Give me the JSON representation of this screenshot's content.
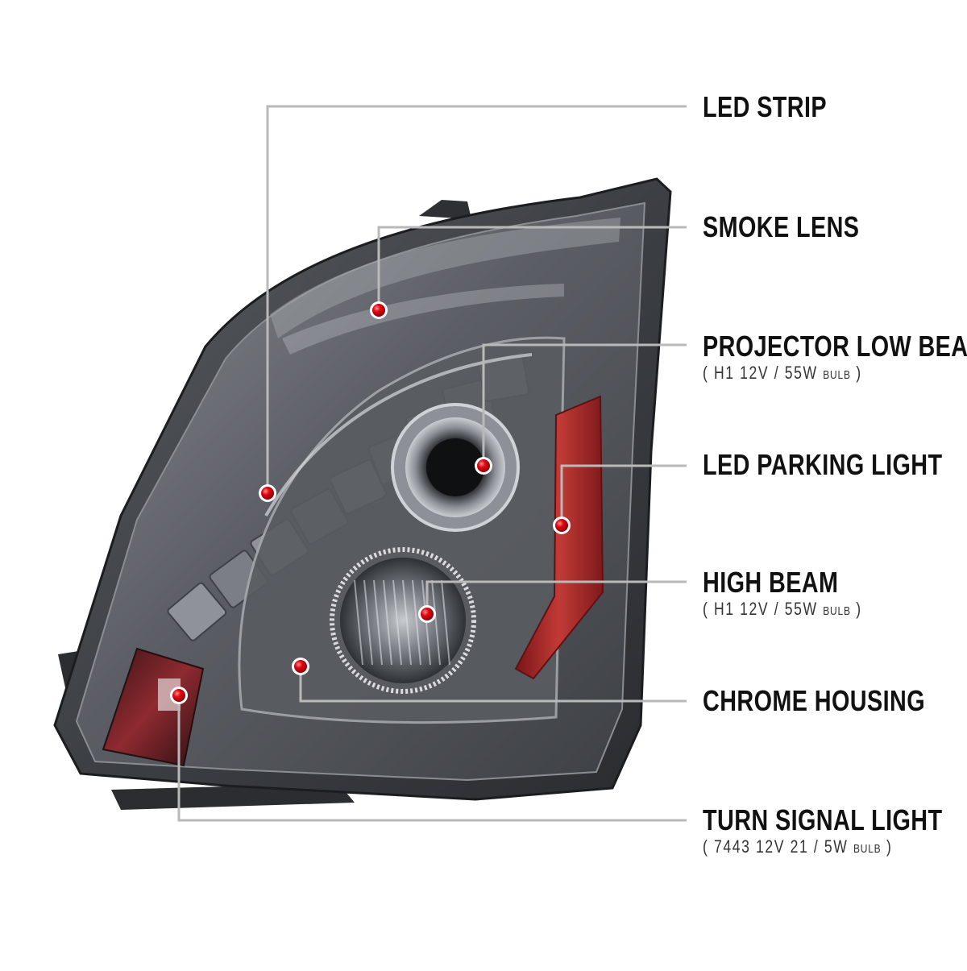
{
  "colors": {
    "accent_dot": "#e10610",
    "leader_line": "#b9b9b9",
    "housing": "#4a4d52",
    "lens_smoke": "#6d7076",
    "reflector_amber": "#b8282a",
    "turn_signal": "#8a1c22"
  },
  "callouts": [
    {
      "id": "led-strip",
      "name": "LED STRIP"
    },
    {
      "id": "smoke-lens",
      "name": "SMOKE LENS"
    },
    {
      "id": "projector-low-beam",
      "name": "PROJECTOR LOW BEAM",
      "spec": "( H1  12V / 55W ",
      "bulb": "BULB",
      "close": " )"
    },
    {
      "id": "led-parking-light",
      "name": "LED PARKING LIGHT"
    },
    {
      "id": "high-beam",
      "name": "HIGH BEAM",
      "spec": "( H1  12V / 55W ",
      "bulb": "BULB",
      "close": " )"
    },
    {
      "id": "chrome-housing",
      "name": "CHROME HOUSING"
    },
    {
      "id": "turn-signal-light",
      "name": "TURN SIGNAL LIGHT",
      "spec": "( 7443  12V  21 / 5W ",
      "bulb": "BULB",
      "close": " )"
    }
  ]
}
